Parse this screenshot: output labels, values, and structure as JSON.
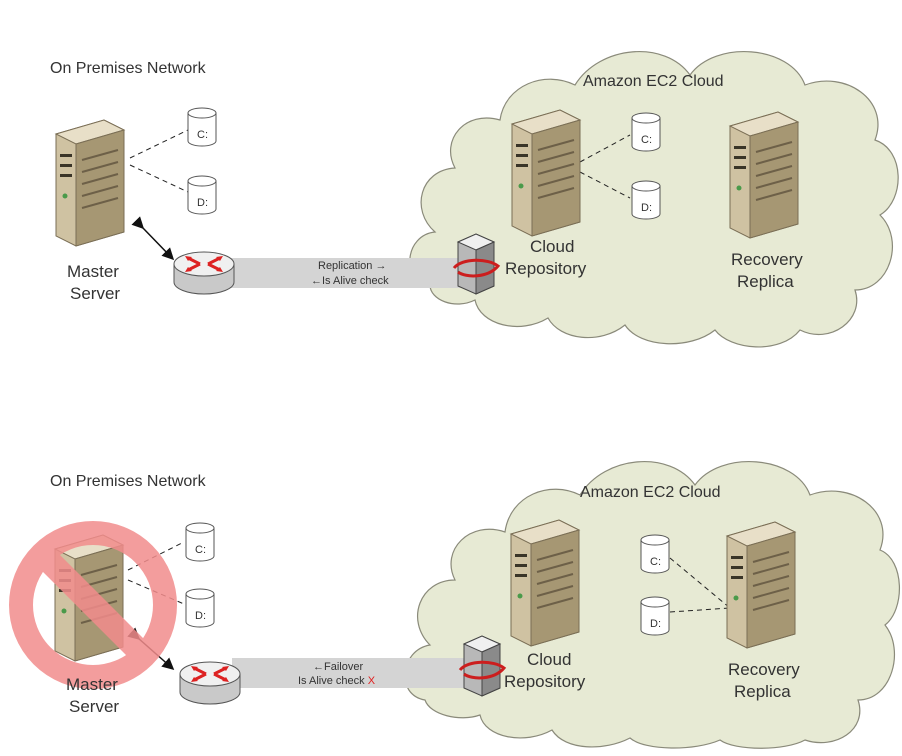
{
  "panels": [
    {
      "on_prem_label": "On Premises Network",
      "cloud_label": "Amazon EC2 Cloud",
      "master_line1": "Master",
      "master_line2": "Server",
      "repo_line1": "Cloud",
      "repo_line2": "Repository",
      "replica_line1": "Recovery",
      "replica_line2": "Replica",
      "link_line1": "Replication →",
      "link_line2": "←Is Alive check",
      "link_line2_suffix": "",
      "drives": [
        "C:",
        "D:",
        "C:",
        "D:"
      ]
    },
    {
      "on_prem_label": "On Premises Network",
      "cloud_label": "Amazon EC2 Cloud",
      "master_line1": "Master",
      "master_line2": "Server",
      "repo_line1": "Cloud",
      "repo_line2": "Repository",
      "replica_line1": "Recovery",
      "replica_line2": "Replica",
      "link_line1": "←Failover",
      "link_line2": "Is Alive check ",
      "link_line2_suffix": "X",
      "drives": [
        "C:",
        "D:",
        "C:",
        "D:"
      ]
    }
  ],
  "colors": {
    "cloud_fill": "#e7ead4",
    "cloud_stroke": "#8a8a7a",
    "server_front": "#cfc2a2",
    "server_side": "#a69773",
    "link_band": "#d4d4d4",
    "fail_symbol": "#f28c8c",
    "failure_x": "#e02020"
  }
}
